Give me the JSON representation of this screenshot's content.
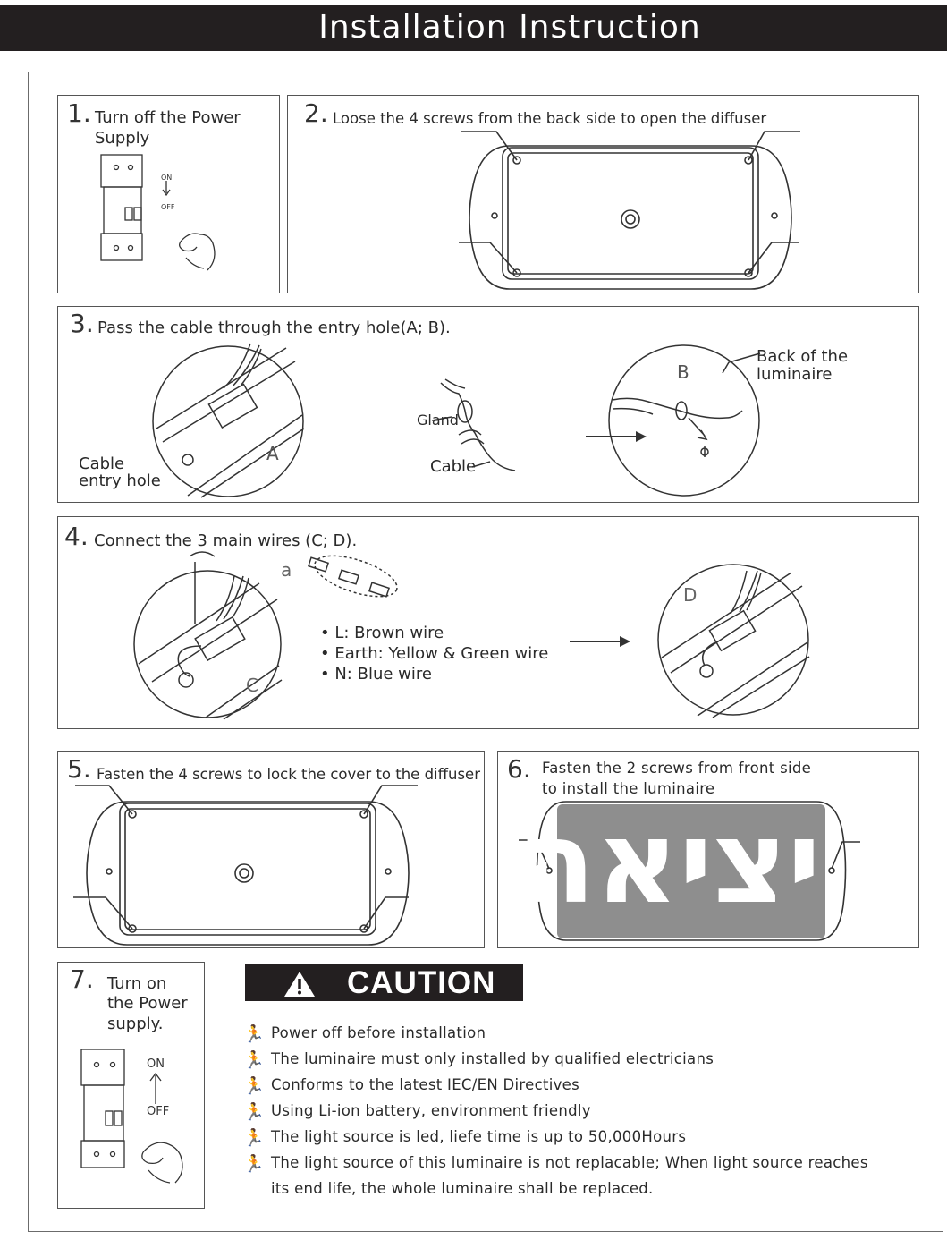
{
  "header": {
    "title": "Installation Instruction"
  },
  "steps": [
    {
      "number": "1.",
      "text_line1": "Turn off the Power",
      "text_line2": "Supply",
      "switch_on": "ON",
      "switch_off": "OFF"
    },
    {
      "number": "2.",
      "text": "Loose the 4 screws from the back side to open the diffuser"
    },
    {
      "number": "3.",
      "text": "Pass the cable through the entry hole(A; B).",
      "label_cable_entry_1": "Cable",
      "label_cable_entry_2": "entry hole",
      "label_a": "A",
      "label_gland": "Gland",
      "label_cable": "Cable",
      "label_b": "B",
      "label_back_1": "Back of the",
      "label_back_2": "luminaire"
    },
    {
      "number": "4.",
      "text": "Connect the 3 main wires (C; D).",
      "label_a_small": "a",
      "label_c": "C",
      "label_d": "D",
      "wires": [
        "L: Brown wire",
        "Earth: Yellow & Green wire",
        "N: Blue wire"
      ]
    },
    {
      "number": "5.",
      "text": "Fasten the 4 screws to lock the cover to the diffuser"
    },
    {
      "number": "6.",
      "text_line1": "Fasten the 2 screws from front side",
      "text_line2": "to install the luminaire",
      "sign_text": "יציאה"
    },
    {
      "number": "7.",
      "text_line1": "Turn on",
      "text_line2": "the Power",
      "text_line3": "supply.",
      "switch_on": "ON",
      "switch_off": "OFF"
    }
  ],
  "caution": {
    "title": "CAUTION",
    "notes": [
      "Power off before installation",
      "The luminaire must only installed by qualified electricians",
      "Conforms to the latest IEC/EN Directives",
      "Using Li-ion battery, environment friendly",
      "The light source is led, liefe time is up to 50,000Hours",
      "The light source of this luminaire is not replacable; When light source reaches"
    ],
    "note_continuation": "its end life, the whole luminaire shall be replaced."
  }
}
